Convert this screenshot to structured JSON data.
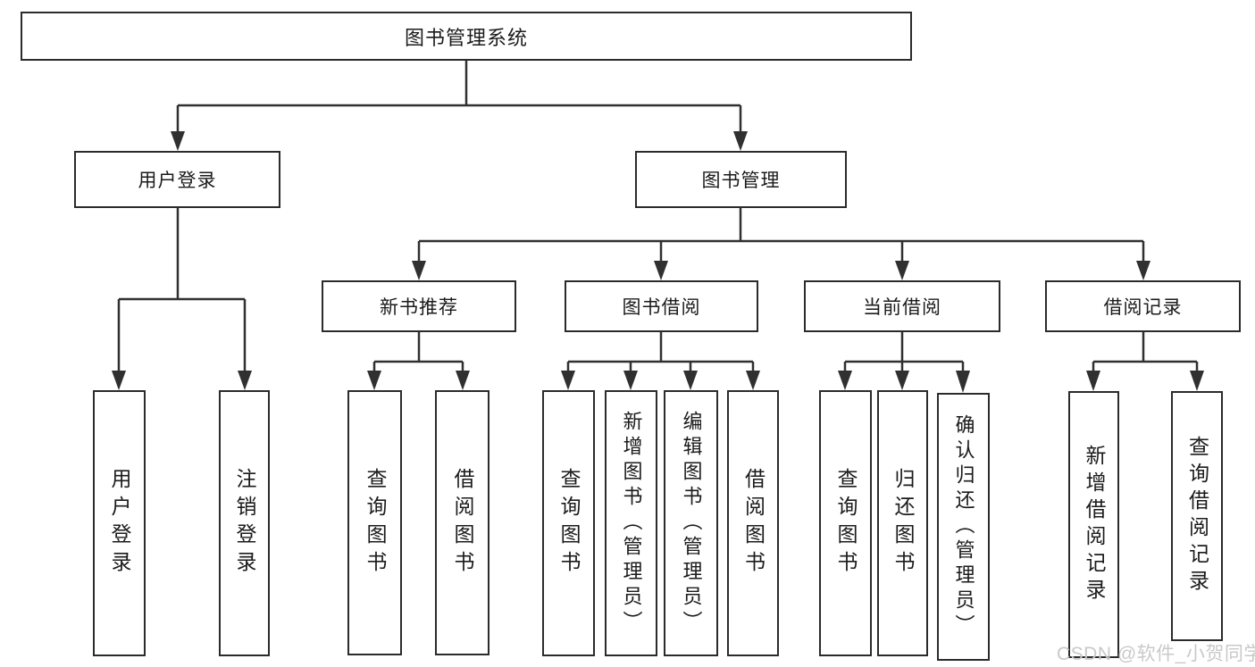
{
  "colors": {
    "background": "#ffffff",
    "line": "#303030",
    "box_border": "#2b2b2b",
    "text": "#1b1b1b",
    "watermark": "#c9c9c9"
  },
  "watermark": {
    "text": "CSDN @软件_小贺同学"
  },
  "tree": {
    "root": {
      "label": "图书管理系统"
    },
    "level2": [
      {
        "label": "用户登录",
        "children": [
          {
            "label": "用户登录"
          },
          {
            "label": "注销登录"
          }
        ]
      },
      {
        "label": "图书管理",
        "children": [
          {
            "label": "新书推荐",
            "children": [
              {
                "label": "查询图书"
              },
              {
                "label": "借阅图书"
              }
            ]
          },
          {
            "label": "图书借阅",
            "children": [
              {
                "label": "查询图书"
              },
              {
                "label": "新增图书（管理员）"
              },
              {
                "label": "编辑图书（管理员）"
              },
              {
                "label": "借阅图书"
              }
            ]
          },
          {
            "label": "当前借阅",
            "children": [
              {
                "label": "查询图书"
              },
              {
                "label": "归还图书"
              },
              {
                "label": "确认归还（管理员）"
              }
            ]
          },
          {
            "label": "借阅记录",
            "children": [
              {
                "label": "新增借阅记录"
              },
              {
                "label": "查询借阅记录"
              }
            ]
          }
        ]
      }
    ]
  }
}
